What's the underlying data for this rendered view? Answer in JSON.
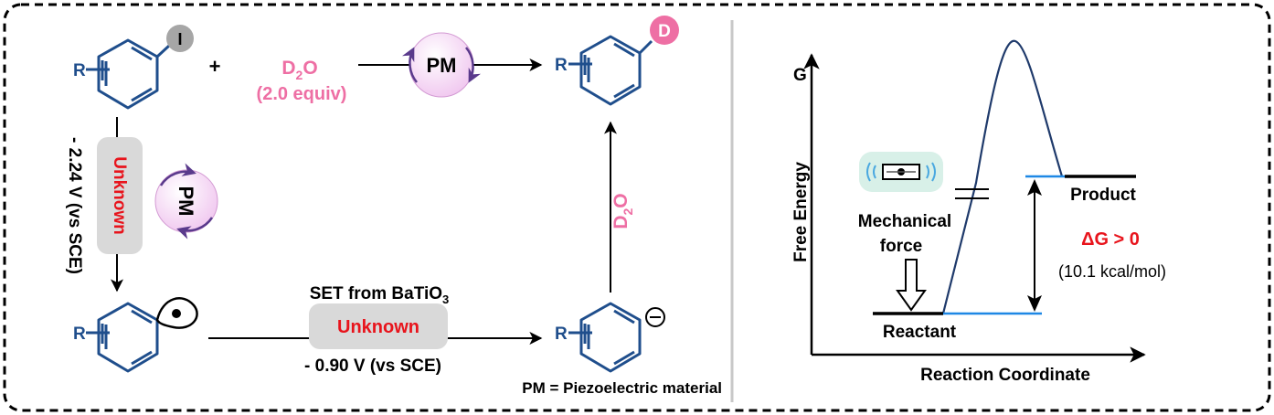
{
  "colors": {
    "bond": "#1f4e8c",
    "deuterium": "#ee6fa4",
    "unknown": "#e8141c",
    "black": "#000000",
    "level_blue": "#1e88e5",
    "gray_box": "#d9d9d9",
    "iodine_circle": "#a6a6a6",
    "pm_fill": "#f3d4f3",
    "pm_arrow": "#5a3a8c",
    "force_bg": "#d8f0e8",
    "wave_blue": "#4aa8e0"
  },
  "left": {
    "substituent_r": "R",
    "iodine": "I",
    "deuterium": "D",
    "plus": "+",
    "d2o_reagent_main": "D",
    "d2o_reagent_sub": "2",
    "d2o_reagent_tail": "O",
    "equiv": "(2.0 equiv)",
    "pm": "PM",
    "potential_left": "- 2.24 V (vs SCE)",
    "unknown": "Unknown",
    "set_main": "SET from BaTiO",
    "set_sub": "3",
    "potential_bottom": "- 0.90 V (vs SCE)",
    "d2o_vertical_main": "D",
    "d2o_vertical_sub": "2",
    "d2o_vertical_tail": "O",
    "anion_charge": "⊖",
    "footnote": "PM = Piezoelectric material"
  },
  "right": {
    "y_axis_symbol": "G",
    "y_axis_label": "Free Energy",
    "x_axis_label": "Reaction Coordinate",
    "mechanical_force": "Mechanical",
    "force_word": "force",
    "product": "Product",
    "reactant": "Reactant",
    "delta_g": "ΔG > 0",
    "energy_value": "(10.1 kcal/mol)",
    "force_icon": "vibrating-device-icon"
  }
}
